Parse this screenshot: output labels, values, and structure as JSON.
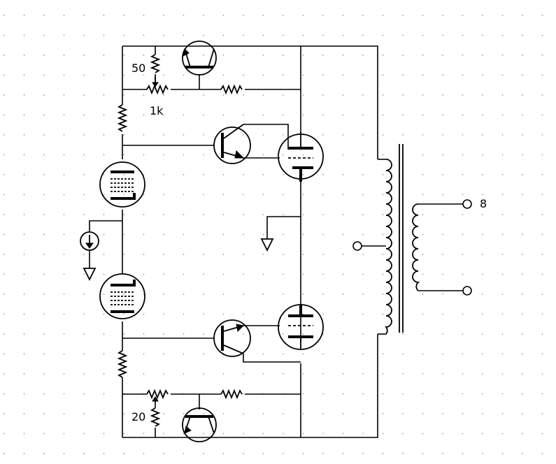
{
  "labels": {
    "r_top_value": "50",
    "pot_top_value": "1k",
    "r_bottom_value": "20",
    "output_value": "8"
  },
  "colors": {
    "background": "#ffffff",
    "grid_dots": "#9a9a9a",
    "ink": "#000000"
  }
}
